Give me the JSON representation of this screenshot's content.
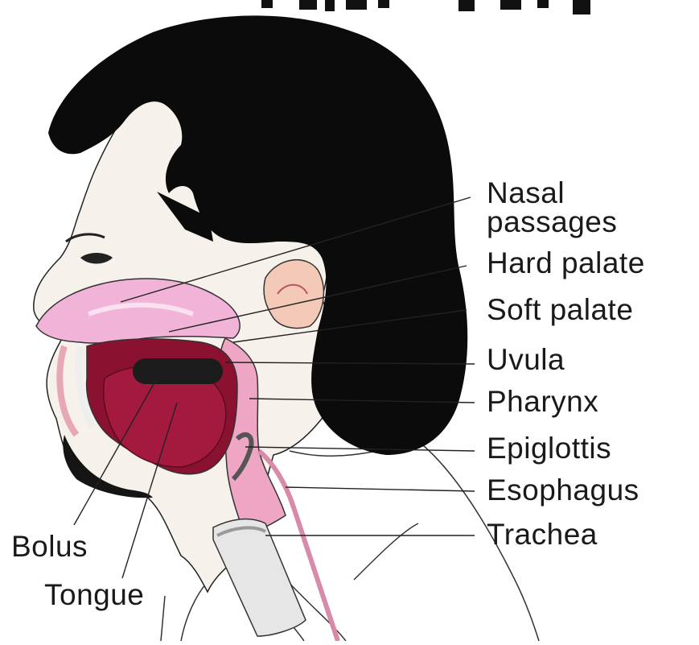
{
  "labels": {
    "nasal_passages": [
      "Nasal",
      "passages"
    ],
    "hard_palate": "Hard palate",
    "soft_palate": "Soft palate",
    "uvula": "Uvula",
    "pharynx": "Pharynx",
    "epiglottis": "Epiglottis",
    "esophagus": "Esophagus",
    "trachea": "Trachea",
    "bolus": "Bolus",
    "tongue": "Tongue"
  },
  "colors": {
    "hair": "#0b0b0b",
    "skin": "#f7f1ec",
    "palate_pink": "#f2b3d8",
    "mouth_red": "#8a1230",
    "tongue_red": "#a41a3e",
    "pharynx_pink": "#efa6c4",
    "bolus_dark": "#1c1c1c",
    "line": "#222222"
  }
}
